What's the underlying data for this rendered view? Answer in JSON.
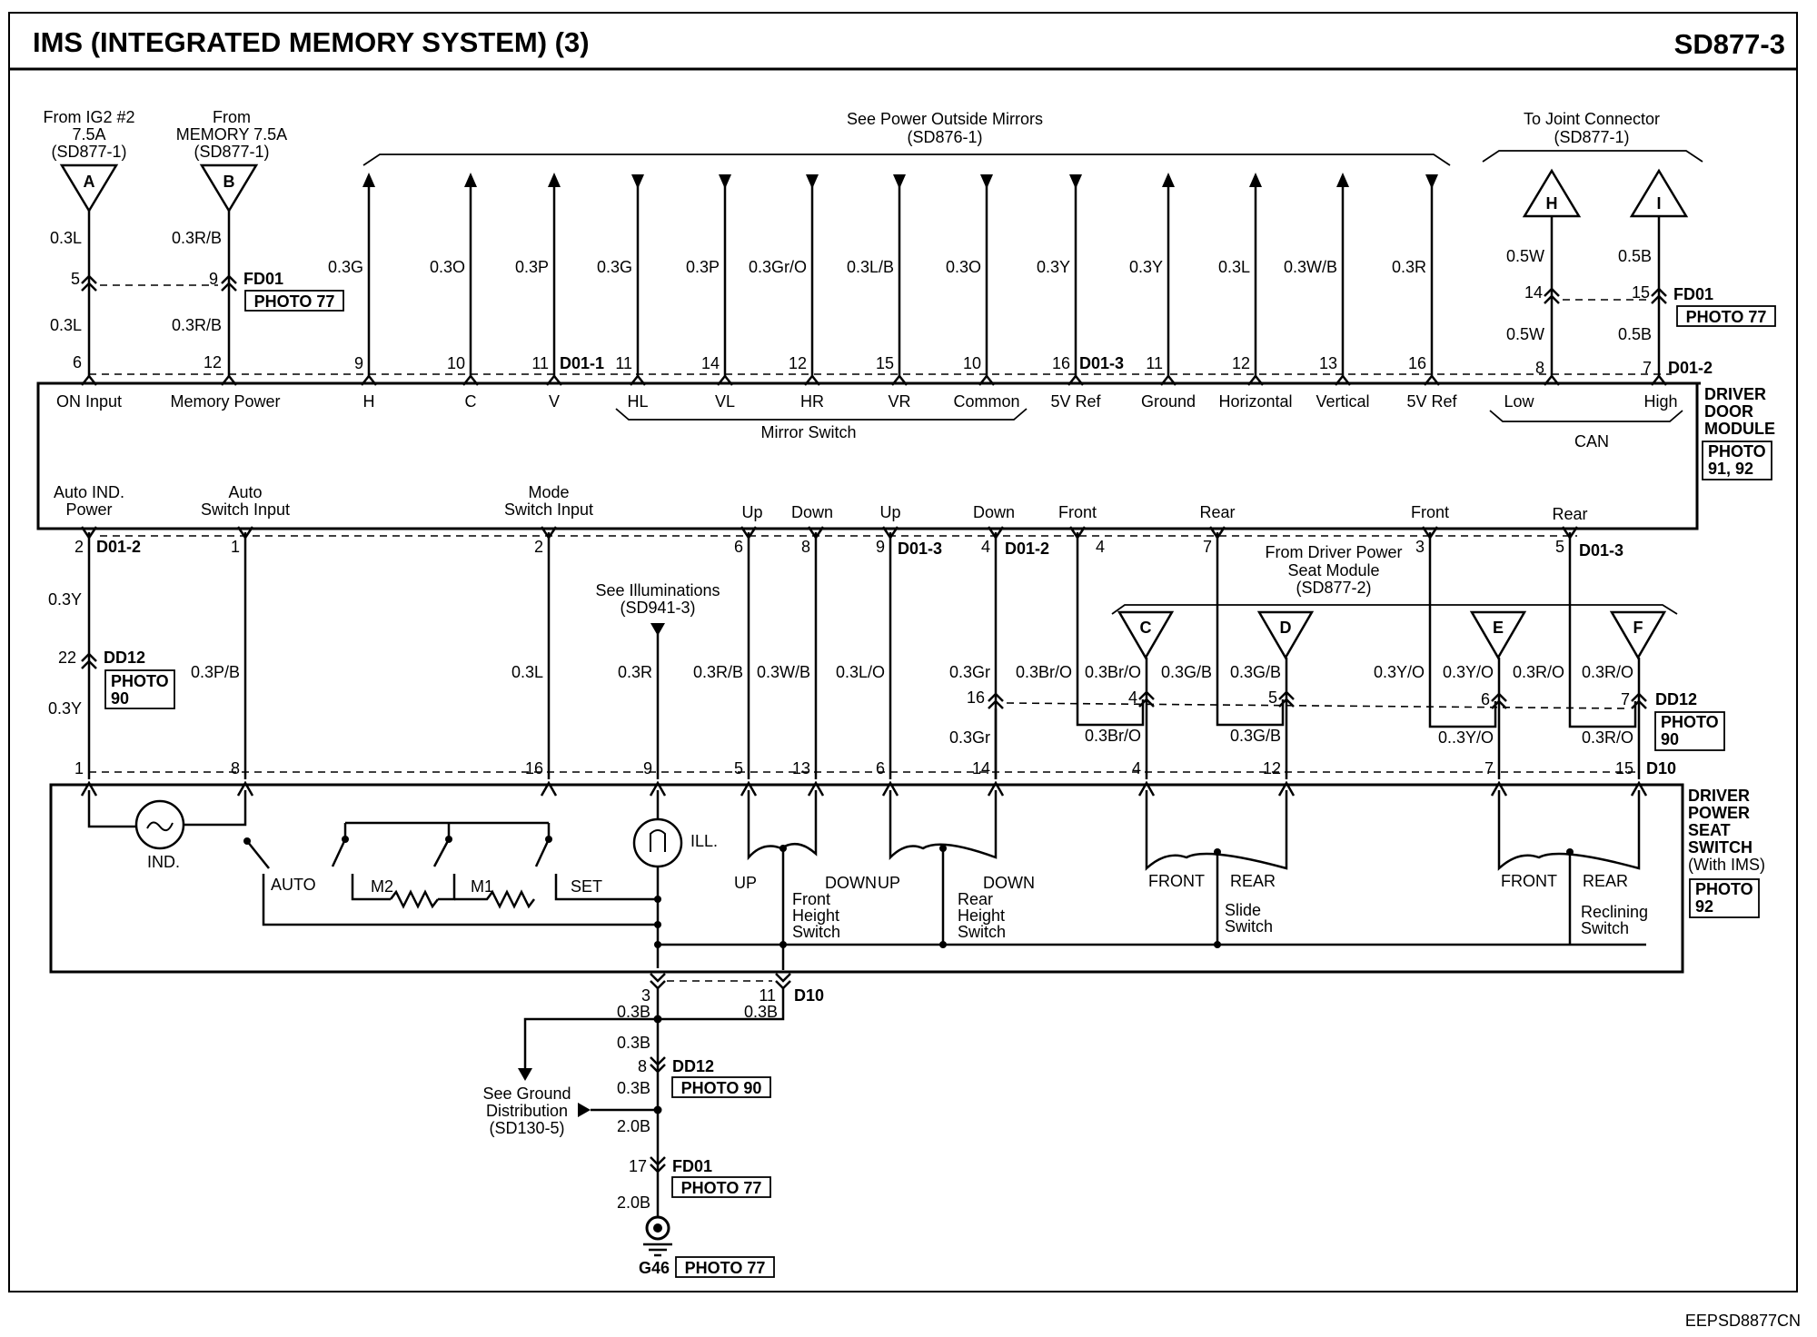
{
  "header": {
    "title": "IMS (INTEGRATED MEMORY SYSTEM) (3)",
    "code": "SD877-3"
  },
  "footer": {
    "code": "EEPSD8877CN"
  },
  "sources": {
    "ig2_from": "From IG2 #2",
    "ig2_fuse": "7.5A",
    "ig2_ref": "(SD877-1)",
    "mem_from": "From",
    "mem_fuse": "MEMORY 7.5A",
    "mem_ref": "(SD877-1)",
    "mirrors_title": "See Power Outside Mirrors",
    "mirrors_ref": "(SD876-1)",
    "joint_title": "To Joint Connector",
    "joint_ref": "(SD877-1)"
  },
  "connector_letters": {
    "a": "A",
    "b": "B",
    "h": "H",
    "i": "I",
    "c": "C",
    "d": "D",
    "e": "E",
    "f": "F"
  },
  "top_wires": {
    "a_upper": "0.3L",
    "a_lower": "0.3L",
    "a_pin_fd": "5",
    "a_pin_mod": "6",
    "b_upper": "0.3R/B",
    "b_lower": "0.3R/B",
    "b_pin_fd": "9",
    "b_pin_mod": "12",
    "fd01_label": "FD01",
    "photo77": "PHOTO 77",
    "h_upper": "0.5W",
    "h_lower": "0.5W",
    "h_pin_fd": "14",
    "h_pin_mod": "8",
    "i_upper": "0.5B",
    "i_lower": "0.5B",
    "i_pin_fd": "15",
    "i_pin_mod": "7",
    "d012_label": "D01-2",
    "mirror_wires": [
      {
        "wire": "0.3G",
        "pin": "9"
      },
      {
        "wire": "0.3O",
        "pin": "10"
      },
      {
        "wire": "0.3P",
        "pin": "11"
      },
      {
        "wire": "0.3G",
        "pin": "11"
      },
      {
        "wire": "0.3P",
        "pin": "14"
      },
      {
        "wire": "0.3Gr/O",
        "pin": "12"
      },
      {
        "wire": "0.3L/B",
        "pin": "15"
      },
      {
        "wire": "0.3O",
        "pin": "10"
      },
      {
        "wire": "0.3Y",
        "pin": "16"
      },
      {
        "wire": "0.3Y",
        "pin": "11"
      },
      {
        "wire": "0.3L",
        "pin": "12"
      },
      {
        "wire": "0.3W/B",
        "pin": "13"
      },
      {
        "wire": "0.3R",
        "pin": "16"
      }
    ],
    "d011_label": "D01-1",
    "d013_label": "D01-3"
  },
  "door_module": {
    "name_line1": "DRIVER",
    "name_line2": "DOOR",
    "name_line3": "MODULE",
    "photo_line1": "PHOTO",
    "photo_line2": "91, 92",
    "top_terminals": [
      "ON Input",
      "Memory Power",
      "H",
      "C",
      "V",
      "HL",
      "VL",
      "HR",
      "VR",
      "Common",
      "5V Ref",
      "Ground",
      "Horizontal",
      "Vertical",
      "5V Ref",
      "Low",
      "High"
    ],
    "mirror_switch_label": "Mirror Switch",
    "can_label": "CAN",
    "bottom_terminals": {
      "auto_ind_1": "Auto IND.",
      "auto_ind_2": "Power",
      "auto_sw_1": "Auto",
      "auto_sw_2": "Switch Input",
      "mode_sw_1": "Mode",
      "mode_sw_2": "Switch Input",
      "up1": "Up",
      "down1": "Down",
      "up2": "Up",
      "down2": "Down",
      "front1": "Front",
      "rear1": "Rear",
      "front2": "Front",
      "rear2": "Rear"
    },
    "bottom_pins": [
      "2",
      "1",
      "2",
      "6",
      "8",
      "9",
      "4",
      "4",
      "7",
      "3",
      "5"
    ],
    "d012": "D01-2",
    "d013": "D01-3"
  },
  "middle": {
    "from_seat_1": "From Driver Power",
    "from_seat_2": "Seat Module",
    "from_seat_ref": "(SD877-2)",
    "illum_title": "See Illuminations",
    "illum_ref": "(SD941-3)",
    "dd12_label": "DD12",
    "photo_90_a": "PHOTO",
    "photo_90_b": "90",
    "wires": {
      "w1_upper": "0.3Y",
      "w1_lower": "0.3Y",
      "w1_pin": "22",
      "w2": "0.3P/B",
      "w3": "0.3L",
      "w4": "0.3R",
      "w5": "0.3R/B",
      "w6": "0.3W/B",
      "w7": "0.3L/O",
      "w8_upper": "0.3Gr",
      "w8_lower": "0.3Gr",
      "w8_pin": "16",
      "c_left": "0.3Br/O",
      "c_right": "0.3Br/O",
      "c_lower": "0.3Br/O",
      "c_pin": "4",
      "d_left": "0.3G/B",
      "d_right": "0.3G/B",
      "d_lower": "0.3G/B",
      "d_pin": "5",
      "e_left": "0.3Y/O",
      "e_right": "0.3Y/O",
      "e_lower": "0..3Y/O",
      "e_pin": "6",
      "f_left": "0.3R/O",
      "f_right": "0.3R/O",
      "f_lower": "0.3R/O",
      "f_pin": "7"
    }
  },
  "seat_switch": {
    "name_lines": [
      "DRIVER",
      "POWER",
      "SEAT",
      "SWITCH",
      "(With IMS)"
    ],
    "photo_line1": "PHOTO",
    "photo_line2": "92",
    "d10": "D10",
    "top_pins": [
      "1",
      "8",
      "16",
      "9",
      "5",
      "13",
      "6",
      "14",
      "4",
      "12",
      "7",
      "15"
    ],
    "labels": {
      "ind": "IND.",
      "ill": "ILL.",
      "auto": "AUTO",
      "m2": "M2",
      "m1": "M1",
      "set": "SET",
      "up_a": "UP",
      "down_a": "DOWN",
      "up_b": "UP",
      "down_b": "DOWN",
      "front_height_1": "Front",
      "front_height_2": "Height",
      "front_height_3": "Switch",
      "rear_height_1": "Rear",
      "rear_height_2": "Height",
      "rear_height_3": "Switch",
      "front_a": "FRONT",
      "rear_a": "REAR",
      "slide_1": "Slide",
      "slide_2": "Switch",
      "front_b": "FRONT",
      "rear_b": "REAR",
      "recl_1": "Reclining",
      "recl_2": "Switch"
    }
  },
  "ground": {
    "pin3": "3",
    "pin11": "11",
    "d10": "D10",
    "w_left": "0.3B",
    "w_right": "0.3B",
    "w_merge": "0.3B",
    "pin8": "8",
    "dd12": "DD12",
    "photo90": "PHOTO 90",
    "w_after": "0.3B",
    "see_ground_1": "See Ground",
    "see_ground_2": "Distribution",
    "see_ground_ref": "(SD130-5)",
    "w_2a": "2.0B",
    "pin17": "17",
    "fd01": "FD01",
    "photo77": "PHOTO 77",
    "w_2b": "2.0B",
    "g46": "G46",
    "g46_photo": "PHOTO 77"
  }
}
